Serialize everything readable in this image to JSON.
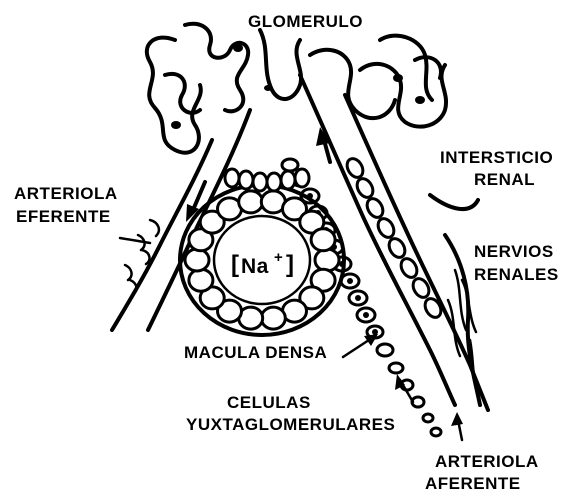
{
  "labels": {
    "glomerulo": "GLOMERULO",
    "intersticio_1": "INTERSTICIO",
    "intersticio_2": "RENAL",
    "arteriola_eferente_1": "ARTERIOLA",
    "arteriola_eferente_2": "EFERENTE",
    "nervios_1": "NERVIOS",
    "nervios_2": "RENALES",
    "ion": "Na",
    "ion_charge": "+",
    "macula_densa": "MACULA DENSA",
    "celulas_1": "CELULAS",
    "celulas_2": "YUXTAGLOMERULARES",
    "arteriola_aferente_1": "ARTERIOLA",
    "arteriola_aferente_2": "AFERENTE"
  },
  "colors": {
    "ink": "#000000",
    "paper": "#ffffff"
  }
}
